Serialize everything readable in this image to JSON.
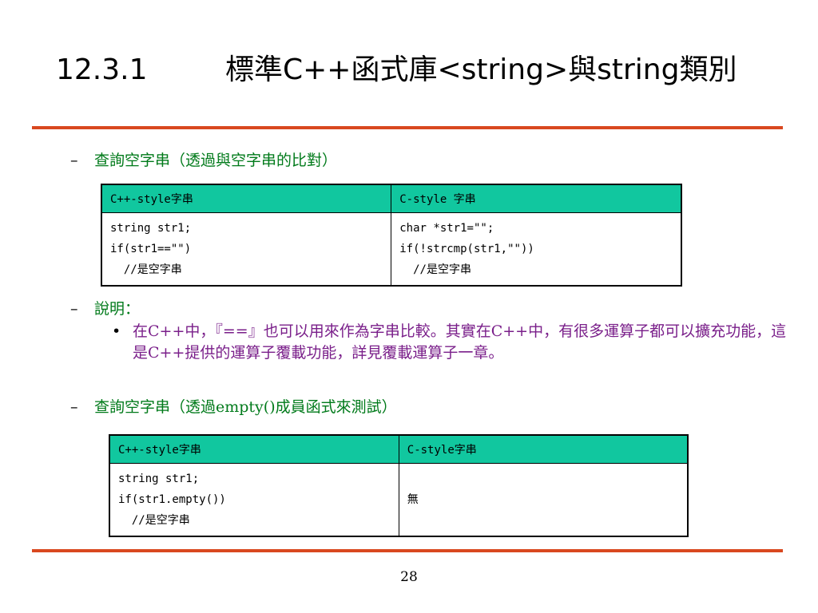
{
  "title": {
    "number": "12.3.1",
    "text": "標準C++函式庫<string>與string類別"
  },
  "lines": {
    "l1": "查詢空字串（透過與空字串的比對）",
    "l2": "說明：",
    "l3": "在C++中，『==』也可以用來作為字串比較。其實在C++中，有很多運算子都可以擴充功能，這是C++提供的運算子覆載功能，詳見覆載運算子一章。",
    "l4": "查詢空字串（透過empty()成員函式來測試）"
  },
  "table1": {
    "headers": [
      "C++-style字串",
      "C-style 字串"
    ],
    "col1": [
      "string str1;",
      "if(str1==\"\")",
      "  //是空字串"
    ],
    "col2": [
      "char *str1=\"\";",
      "if(!strcmp(str1,\"\"))",
      "  //是空字串"
    ]
  },
  "table2": {
    "headers": [
      "C++-style字串",
      "C-style字串"
    ],
    "col1": [
      "string str1;",
      "if(str1.empty())",
      "  //是空字串"
    ],
    "col2": [
      "無"
    ]
  },
  "page_number": "28",
  "colors": {
    "rule": "#d9481f",
    "header_bg": "#11c79f",
    "green_text": "#007a1a",
    "purple_text": "#7a1f8a"
  }
}
